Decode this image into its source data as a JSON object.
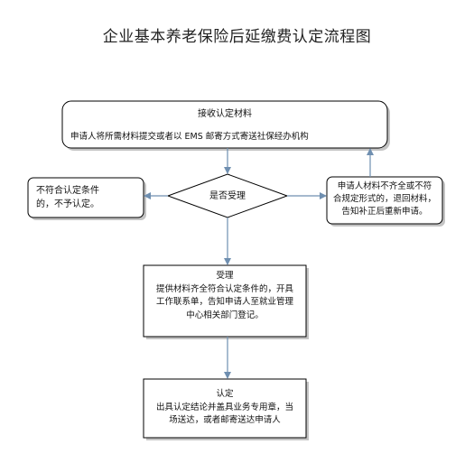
{
  "title": "企业基本养老保险后延缴费认定流程图",
  "nodes": {
    "receive": {
      "heading": "接收认定材料",
      "body": "申请人将所需材料提交或者以 EMS 邮寄方式寄送社保经办机构"
    },
    "decision": {
      "label": "是否受理"
    },
    "reject": {
      "lines": [
        "不符合认定条件",
        "的，不予认定。"
      ]
    },
    "incomplete": {
      "lines": [
        "申请人材料不齐全或不符",
        "合规定形式的，退回材料，",
        "告知补正后重新申请。"
      ]
    },
    "accept": {
      "heading": "受理",
      "lines": [
        "提供材料齐全符合认定条件的，开具",
        "工作联系单，告知申请人至就业管理",
        "中心相关部门登记。"
      ]
    },
    "confirm": {
      "heading": "认定",
      "lines": [
        "出具认定结论并盖具业务专用章，当",
        "场送达，或者邮寄送达申请人"
      ]
    }
  },
  "colors": {
    "border": "#000000",
    "arrow": "#6f8fb0",
    "shadow": "#bdbdbd"
  }
}
